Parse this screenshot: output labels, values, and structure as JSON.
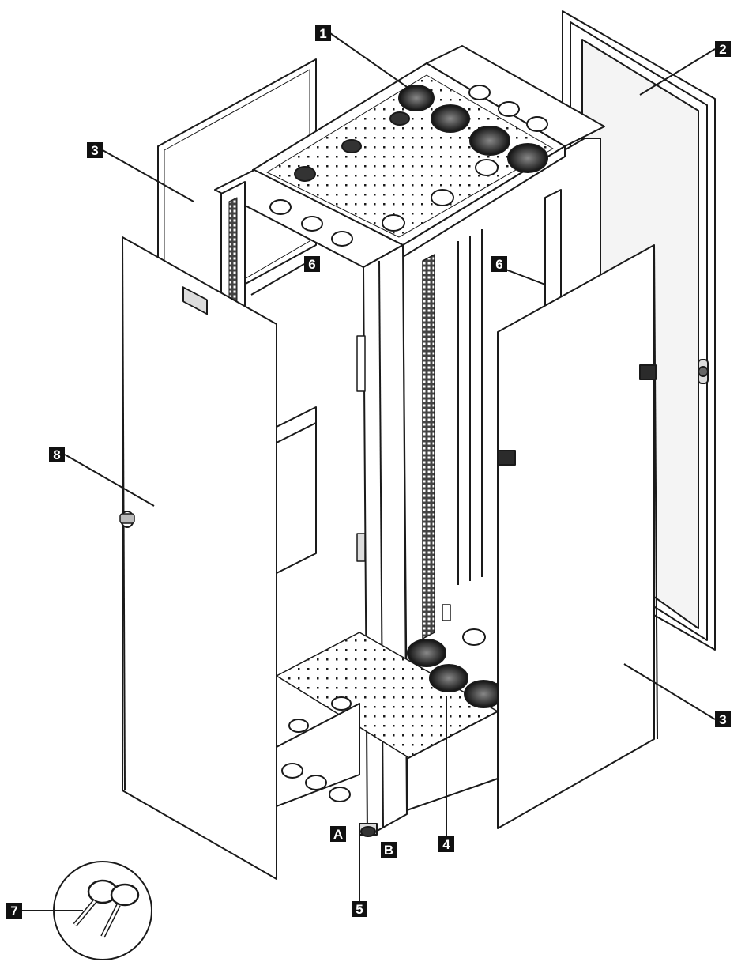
{
  "callouts": [
    {
      "id": "c1",
      "label": "1"
    },
    {
      "id": "c2",
      "label": "2"
    },
    {
      "id": "c3a",
      "label": "3"
    },
    {
      "id": "c3b",
      "label": "3"
    },
    {
      "id": "c4",
      "label": "4"
    },
    {
      "id": "c5",
      "label": "5"
    },
    {
      "id": "c6a",
      "label": "6"
    },
    {
      "id": "c6b",
      "label": "6"
    },
    {
      "id": "c7",
      "label": "7"
    },
    {
      "id": "c8",
      "label": "8"
    },
    {
      "id": "cA",
      "label": "A"
    },
    {
      "id": "cB",
      "label": "B"
    }
  ],
  "colors": {
    "line": "#1a1a1a",
    "panel": "#ffffff",
    "shade": "#d9d9d9",
    "dark": "#2b2b2b",
    "callout_bg": "#111111",
    "callout_fg": "#ffffff"
  }
}
